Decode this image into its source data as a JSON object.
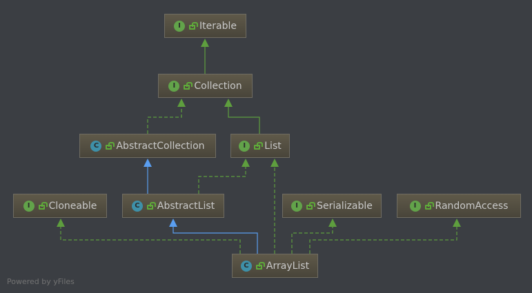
{
  "nodes": [
    {
      "id": "Iterable",
      "kind": "I",
      "label": "Iterable"
    },
    {
      "id": "Collection",
      "kind": "I",
      "label": "Collection"
    },
    {
      "id": "AbstractCollection",
      "kind": "C",
      "label": "AbstractCollection"
    },
    {
      "id": "List",
      "kind": "I",
      "label": "List"
    },
    {
      "id": "Cloneable",
      "kind": "I",
      "label": "Cloneable"
    },
    {
      "id": "AbstractList",
      "kind": "C",
      "label": "AbstractList"
    },
    {
      "id": "Serializable",
      "kind": "I",
      "label": "Serializable"
    },
    {
      "id": "RandomAccess",
      "kind": "I",
      "label": "RandomAccess"
    },
    {
      "id": "ArrayList",
      "kind": "C",
      "label": "ArrayList"
    }
  ],
  "edges": [
    {
      "from": "Collection",
      "to": "Iterable",
      "type": "extends-interface"
    },
    {
      "from": "AbstractCollection",
      "to": "Collection",
      "type": "implements"
    },
    {
      "from": "List",
      "to": "Collection",
      "type": "extends-interface"
    },
    {
      "from": "AbstractList",
      "to": "AbstractCollection",
      "type": "extends"
    },
    {
      "from": "AbstractList",
      "to": "List",
      "type": "implements"
    },
    {
      "from": "ArrayList",
      "to": "List",
      "type": "implements"
    },
    {
      "from": "ArrayList",
      "to": "Cloneable",
      "type": "implements"
    },
    {
      "from": "ArrayList",
      "to": "AbstractList",
      "type": "extends"
    },
    {
      "from": "ArrayList",
      "to": "Serializable",
      "type": "implements"
    },
    {
      "from": "ArrayList",
      "to": "RandomAccess",
      "type": "implements"
    }
  ],
  "colors": {
    "extends": "#5a9ef0",
    "extends-interface": "#5e9e3e",
    "implements": "#5e9e3e"
  },
  "footer": "Powered by yFiles"
}
